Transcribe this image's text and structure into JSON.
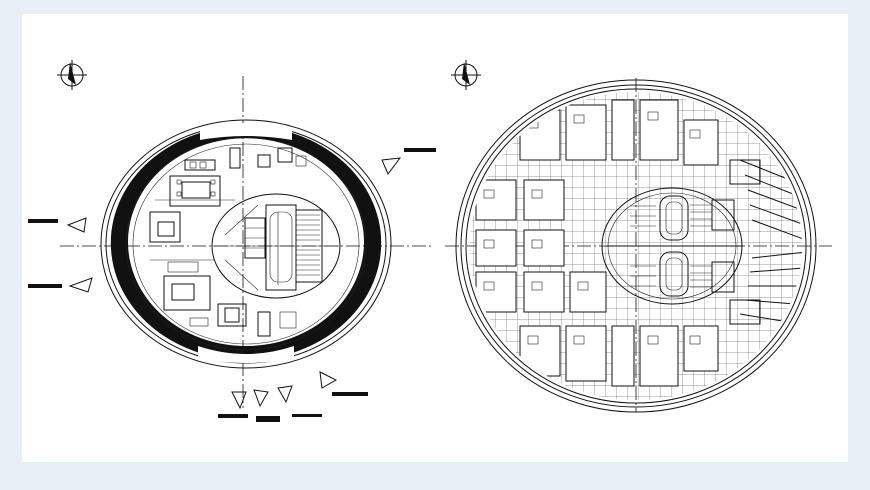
{
  "drawing": {
    "background_color": "#e8eef5",
    "sheet_color": "#ffffff",
    "line_color": "#111111",
    "plans": [
      {
        "id": "left-floor-plan",
        "shape": "ellipse",
        "features": [
          "thick-ring-wall",
          "inner-core",
          "furniture-rooms",
          "section-markers"
        ]
      },
      {
        "id": "right-floor-plan",
        "shape": "circle",
        "features": [
          "grid-ceiling",
          "inner-core",
          "office-cells",
          "curved-facade"
        ]
      }
    ],
    "icons": [
      "north-arrow-icon",
      "north-arrow-icon",
      "section-marker-icon"
    ]
  }
}
